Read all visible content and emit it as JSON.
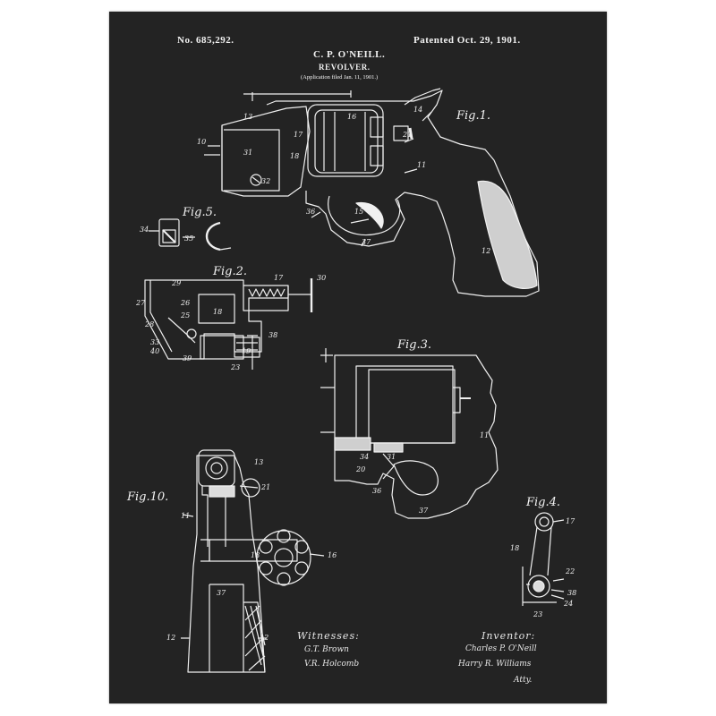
{
  "header": {
    "patent_no": "No. 685,292.",
    "patent_date": "Patented Oct. 29, 1901.",
    "inventor_name": "C. P. O'NEILL.",
    "title": "REVOLVER.",
    "application": "(Application filed Jan. 11, 1901.)"
  },
  "figures": {
    "fig1": "Fig.1.",
    "fig2": "Fig.2.",
    "fig3": "Fig.3.",
    "fig4": "Fig.4.",
    "fig5": "Fig.5.",
    "fig10": "Fig.10."
  },
  "reference_numerals": {
    "n10": "10",
    "n11": "11",
    "n12": "12",
    "n13": "13",
    "n14": "14",
    "n15": "15",
    "n16": "16",
    "n17": "17",
    "n18": "18",
    "n19": "19",
    "n20": "20",
    "n21": "21",
    "n22": "22",
    "n23": "23",
    "n24": "24",
    "n25": "25",
    "n26": "26",
    "n27": "27",
    "n28": "28",
    "n29": "29",
    "n30": "30",
    "n31": "31",
    "n32": "32",
    "n33": "33",
    "n34": "34",
    "n35": "35",
    "n36": "36",
    "n37": "37",
    "n38": "38",
    "n39": "39",
    "n40": "40"
  },
  "witnesses": {
    "heading": "Witnesses:",
    "names": [
      "G.T. Brown",
      "V.R. Holcomb"
    ]
  },
  "inventor": {
    "heading": "Inventor:",
    "signature": "Charles P. O'Neill",
    "attorney": "Harry R. Williams",
    "attorney_suffix": "Atty."
  },
  "colors": {
    "paper": "#232323",
    "ink": "#f0f0f0",
    "frame": "#ffffff"
  }
}
